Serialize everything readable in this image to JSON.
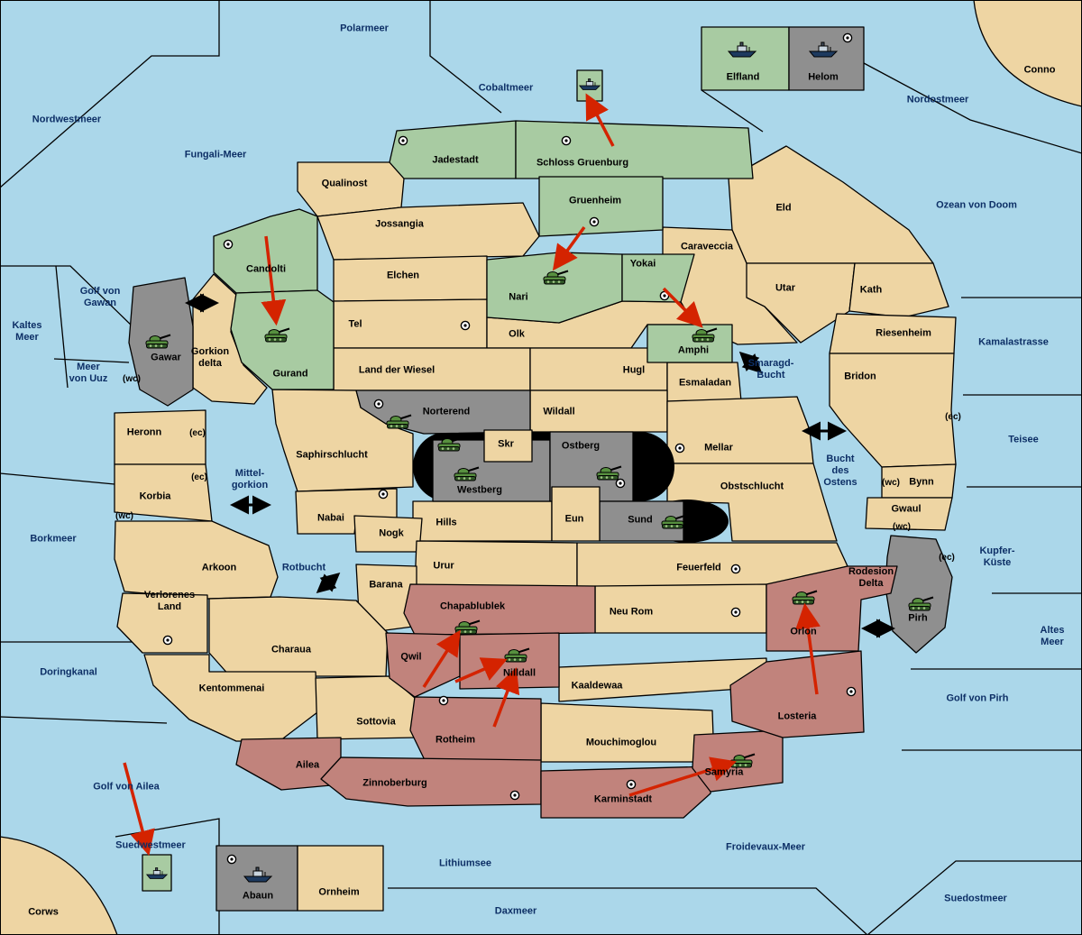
{
  "colors": {
    "sea": "#ABD7EA",
    "land": "#EED5A3",
    "green": "#A8CBA2",
    "gray": "#8F8F8F",
    "red": "#C1837C",
    "black_zone": "#000000",
    "attack_arrow": "#D42300",
    "route_arrow": "#000000"
  },
  "markers": {
    "wc": "(wc)",
    "ec": "(ec)"
  },
  "legend": {
    "elfland": "Elfland",
    "helom": "Helom",
    "abaun": "Abaun",
    "ornheim": "Ornheim"
  },
  "seas": {
    "polarmeer": {
      "name": "Polarmeer"
    },
    "nordwestmeer": {
      "name": "Nordwestmeer"
    },
    "cobaltmeer": {
      "name": "Cobaltmeer"
    },
    "nordostmeer": {
      "name": "Nordostmeer"
    },
    "fungali_meer": {
      "name": "Fungali-Meer"
    },
    "ozean_von_doom": {
      "name": "Ozean von Doom"
    },
    "kaltes_meer": {
      "name": "Kaltes\nMeer"
    },
    "golf_von_gawan": {
      "name": "Golf von\nGawan"
    },
    "meer_von_uuz": {
      "name": "Meer\nvon Uuz"
    },
    "kam alastrasse": {
      "name": "Kamalastrasse"
    },
    "kamalastrasse": {
      "name": "Kamalastrasse"
    },
    "teisee": {
      "name": "Teisee"
    },
    "borkmeer": {
      "name": "Borkmeer"
    },
    "kupfer_kueste": {
      "name": "Kupfer-\nKüste"
    },
    "altes_meer": {
      "name": "Altes\nMeer"
    },
    "doringkanal": {
      "name": "Doringkanal"
    },
    "golf_von_pirh": {
      "name": "Golf von Pirh"
    },
    "golf_von_ailea": {
      "name": "Golf von Ailea"
    },
    "suedwestmeer": {
      "name": "Suedwestmeer"
    },
    "lithiumsee": {
      "name": "Lithiumsee"
    },
    "daxmeer": {
      "name": "Daxmeer"
    },
    "froidevaux_meer": {
      "name": "Froidevaux-Meer"
    },
    "suedostmeer": {
      "name": "Suedostmeer"
    },
    "smaragd_bucht": {
      "name": "Smaragd-\nBucht"
    },
    "bucht_des_ostens": {
      "name": "Bucht\ndes\nOstens"
    },
    "mittel_gorkion": {
      "name": "Mittel-\ngorkion"
    },
    "rotbucht": {
      "name": "Rotbucht"
    }
  },
  "territories": {
    "jadestadt": {
      "name": "Jadestadt"
    },
    "schloss_gruenburg": {
      "name": "Schloss Gruenburg"
    },
    "qualinost": {
      "name": "Qualinost"
    },
    "jossangia": {
      "name": "Jossangia"
    },
    "gruenheim": {
      "name": "Gruenheim"
    },
    "eld": {
      "name": "Eld"
    },
    "caraveccia": {
      "name": "Caraveccia"
    },
    "candolti": {
      "name": "Candolti"
    },
    "elchen": {
      "name": "Elchen"
    },
    "nari": {
      "name": "Nari"
    },
    "yokai": {
      "name": "Yokai"
    },
    "utar": {
      "name": "Utar"
    },
    "kath": {
      "name": "Kath"
    },
    "tel": {
      "name": "Tel"
    },
    "olk": {
      "name": "Olk"
    },
    "amphi": {
      "name": "Amphi"
    },
    "riesenheim": {
      "name": "Riesenheim"
    },
    "gurand": {
      "name": "Gurand"
    },
    "land_der_wiesel": {
      "name": "Land der Wiesel"
    },
    "hugl": {
      "name": "Hugl"
    },
    "esmaladan": {
      "name": "Esmaladan"
    },
    "bridon": {
      "name": "Bridon"
    },
    "gawar": {
      "name": "Gawar"
    },
    "gorkion_delta": {
      "name": "Gorkion\ndelta"
    },
    "norterend": {
      "name": "Norterend"
    },
    "wildall": {
      "name": "Wildall"
    },
    "skr": {
      "name": "Skr"
    },
    "ostberg": {
      "name": "Ostberg"
    },
    "mellar": {
      "name": "Mellar"
    },
    "heronn": {
      "name": "Heronn"
    },
    "saphirschlucht": {
      "name": "Saphirschlucht"
    },
    "westberg": {
      "name": "Westberg"
    },
    "bynn": {
      "name": "Bynn"
    },
    "korbia": {
      "name": "Korbia"
    },
    "nabai": {
      "name": "Nabai"
    },
    "obstschlucht": {
      "name": "Obstschlucht"
    },
    "gwaul": {
      "name": "Gwaul"
    },
    "hills": {
      "name": "Hills"
    },
    "eun": {
      "name": "Eun"
    },
    "sund": {
      "name": "Sund"
    },
    "nogk": {
      "name": "Nogk"
    },
    "urur": {
      "name": "Urur"
    },
    "feuerfeld": {
      "name": "Feuerfeld"
    },
    "arkoon": {
      "name": "Arkoon"
    },
    "barana": {
      "name": "Barana"
    },
    "verlorenes_land": {
      "name": "Verlorenes\nLand"
    },
    "chapablublek": {
      "name": "Chapablublek"
    },
    "neu_rom": {
      "name": "Neu Rom"
    },
    "orlon": {
      "name": "Orlon"
    },
    "rodesion_delta": {
      "name": "Rodesion\nDelta"
    },
    "charaua": {
      "name": "Charaua"
    },
    "qwil": {
      "name": "Qwil"
    },
    "nilldall": {
      "name": "Nilldall"
    },
    "kaaldewaa": {
      "name": "Kaaldewaa"
    },
    "kentommenai": {
      "name": "Kentommenai"
    },
    "sottovia": {
      "name": "Sottovia"
    },
    "rotheim": {
      "name": "Rotheim"
    },
    "mouchimoglou": {
      "name": "Mouchimoglou"
    },
    "losteria": {
      "name": "Losteria"
    },
    "ailea": {
      "name": "Ailea"
    },
    "zinnoberburg": {
      "name": "Zinnoberburg"
    },
    "karminstadt": {
      "name": "Karminstadt"
    },
    "samyria": {
      "name": "Samyria"
    },
    "pirh": {
      "name": "Pirh"
    },
    "conno": {
      "name": "Conno"
    },
    "corws": {
      "name": "Corws"
    }
  },
  "units": {
    "tanks_at": [
      "Gurand",
      "Gawar",
      "Nari",
      "Amphi",
      "Norterend",
      "Westberg",
      "Westberg",
      "Ostberg",
      "Sund",
      "Chapablublek",
      "Nilldall",
      "Orlon",
      "Samyria",
      "Pirh"
    ],
    "ships_at": [
      "Elfland",
      "Helom",
      "Cobaltmeer",
      "Abaun",
      "Suedwestmeer"
    ]
  }
}
